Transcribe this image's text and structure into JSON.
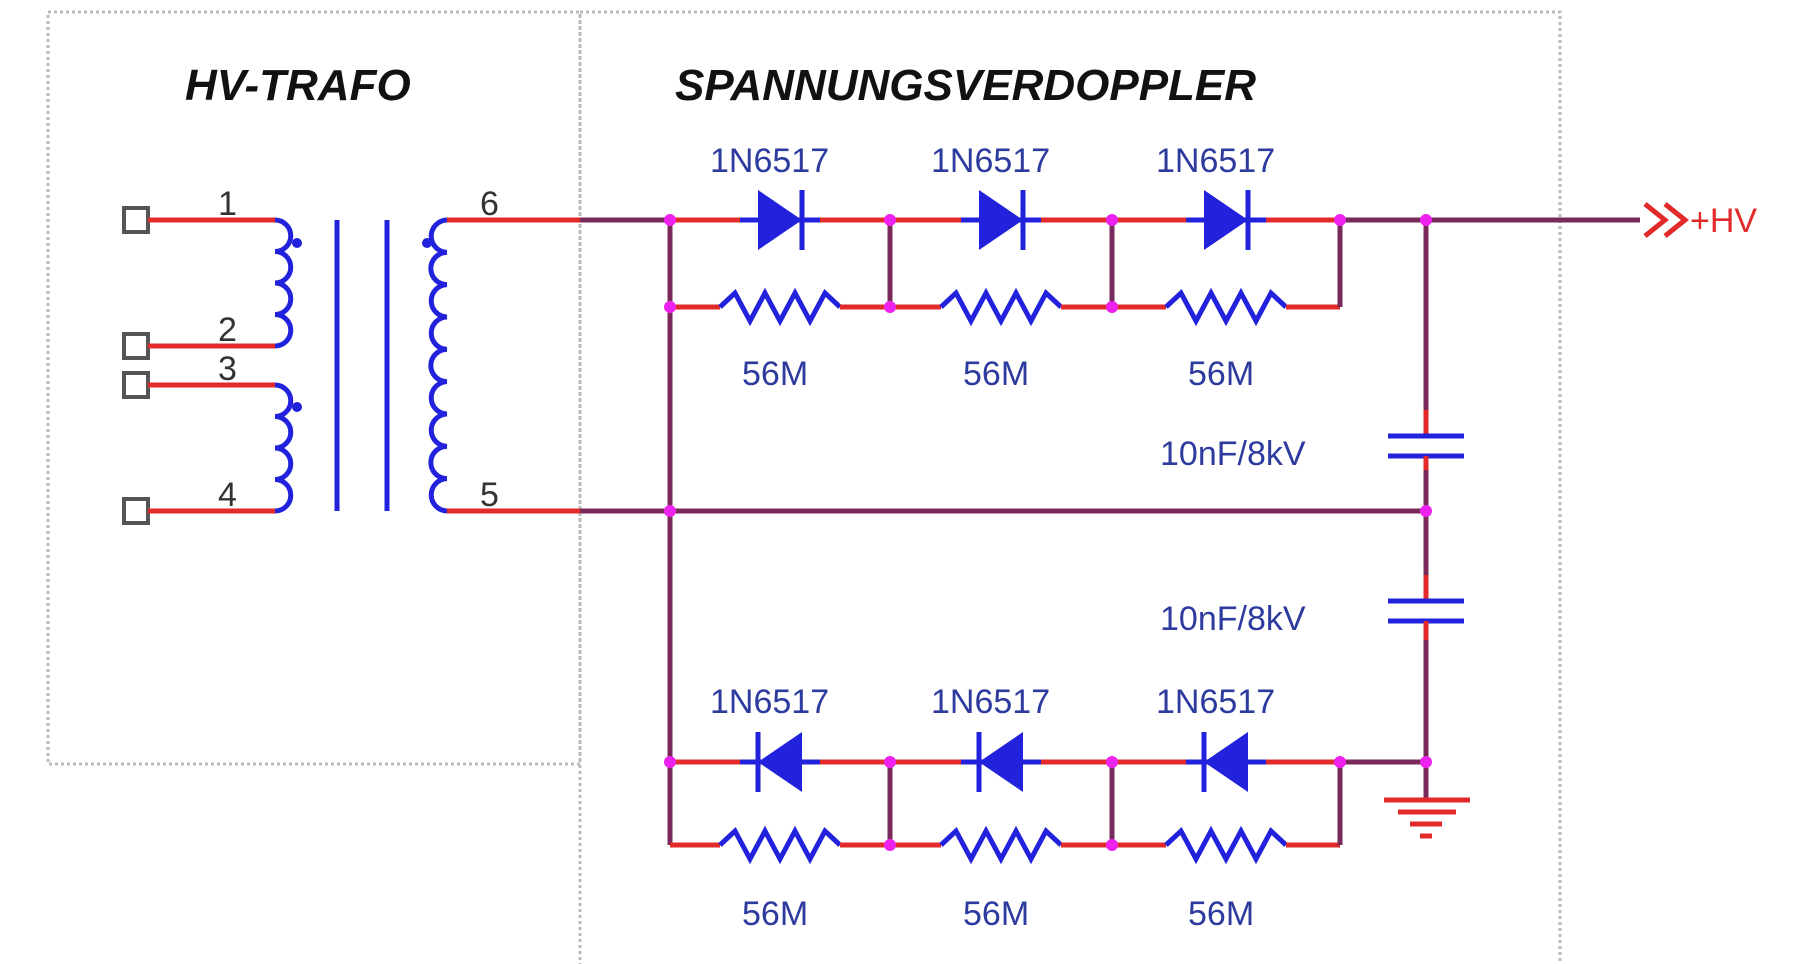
{
  "blocks": {
    "transformer_title": "HV-TRAFO",
    "doubler_title": "SPANNUNGSVERDOPPLER"
  },
  "pins": {
    "p1": "1",
    "p2": "2",
    "p3": "3",
    "p4": "4",
    "p5": "5",
    "p6": "6"
  },
  "upper_chain": {
    "diodes": [
      "1N6517",
      "1N6517",
      "1N6517"
    ],
    "resistors": [
      "56M",
      "56M",
      "56M"
    ]
  },
  "lower_chain": {
    "diodes": [
      "1N6517",
      "1N6517",
      "1N6517"
    ],
    "resistors": [
      "56M",
      "56M",
      "56M"
    ]
  },
  "capacitors": [
    "10nF/8kV",
    "10nF/8kV"
  ],
  "output": {
    "label": "+HV"
  },
  "colors": {
    "wire": "#e32a2a",
    "net": "#7a2a5a",
    "component": "#2222dd",
    "junction": "#ee22ee",
    "part_label": "#2d3a9e"
  },
  "icons": {
    "output_connector": "double-chevron-right-icon",
    "ground": "ground-icon"
  }
}
